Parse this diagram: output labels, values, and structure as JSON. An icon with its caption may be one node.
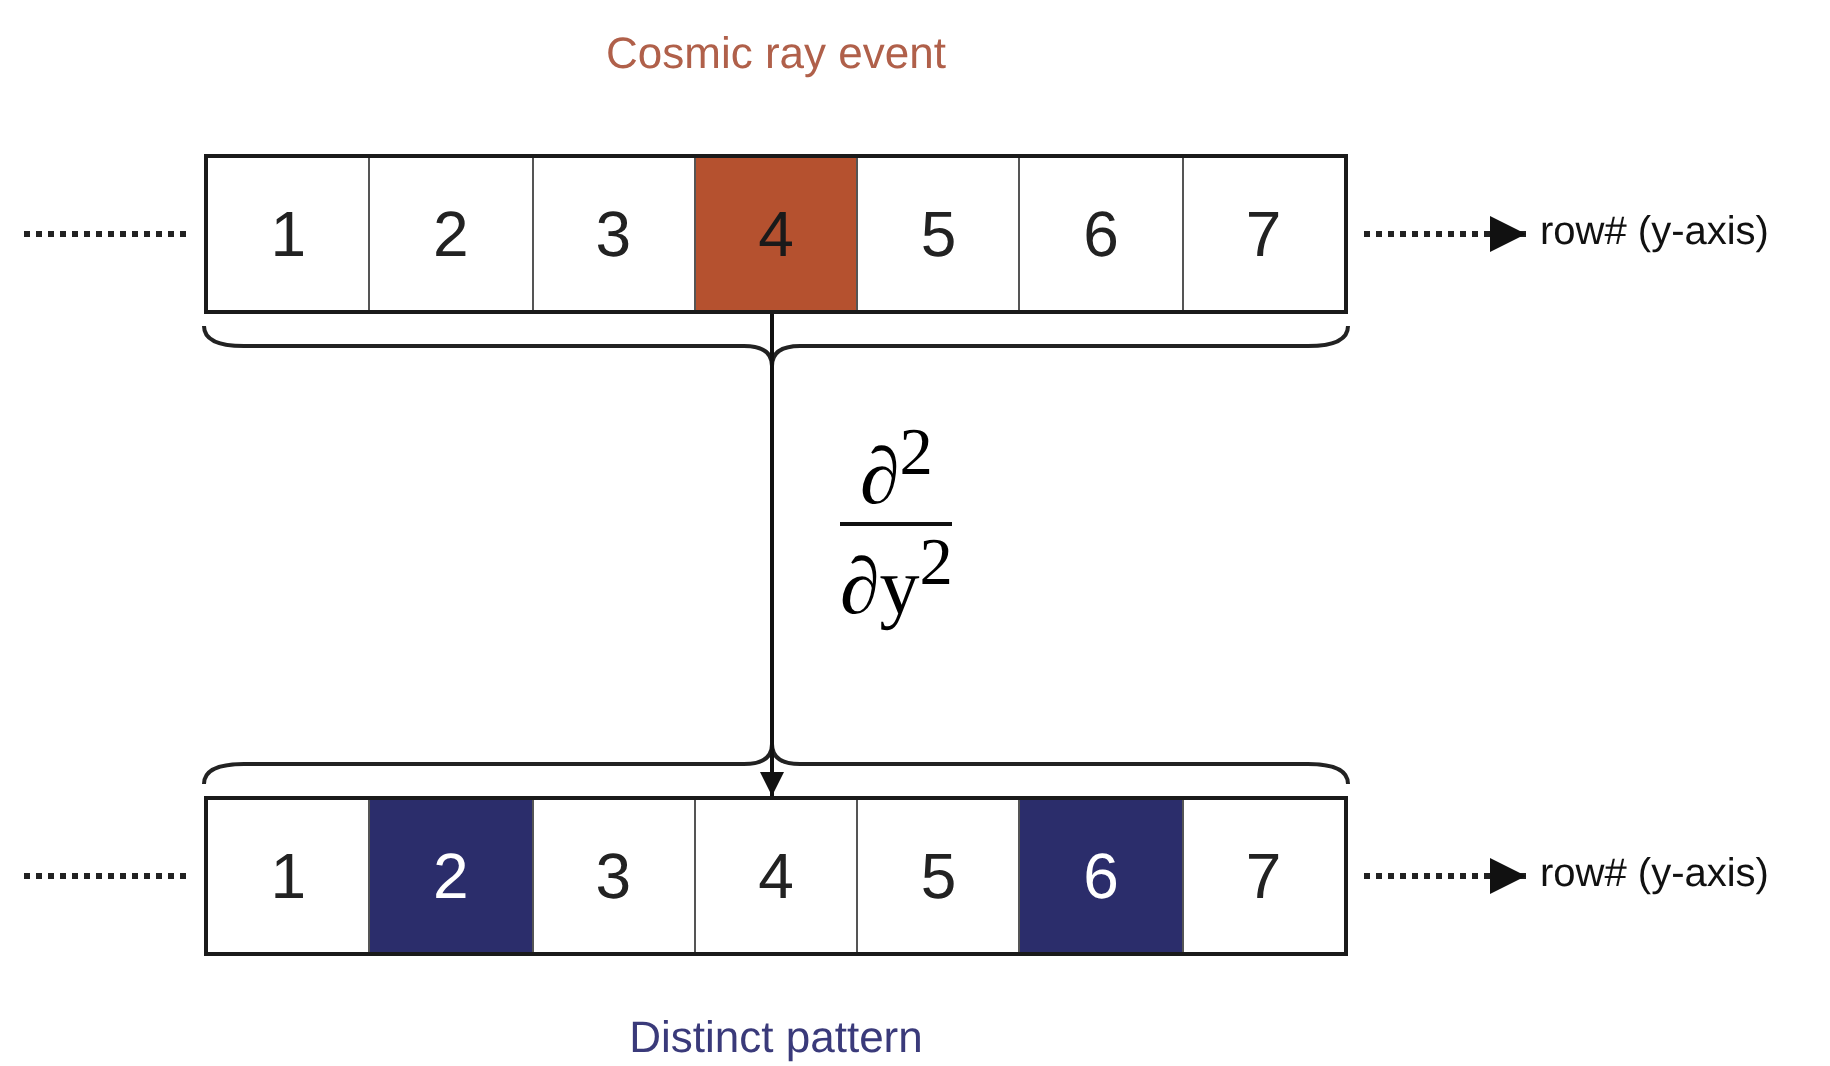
{
  "diagram": {
    "nodes": [
      {
        "text": [],
        "shape": "bar",
        "beside": [
          "Cosmic ray event"
        ]
      },
      {
        "text": [
          "1"
        ],
        "in": 0
      },
      {
        "text": [
          "2"
        ],
        "in": 0
      },
      {
        "text": [
          "3"
        ],
        "in": 0
      },
      {
        "text": [
          "4"
        ],
        "in": 0
      },
      {
        "text": [
          "5"
        ],
        "in": 0
      },
      {
        "text": [
          "6"
        ],
        "in": 0
      },
      {
        "text": [
          "7"
        ],
        "in": 0
      },
      {
        "text": [],
        "shape": "bar",
        "beside": [
          "Distinct pattern"
        ]
      },
      {
        "text": [
          "1"
        ],
        "in": 8
      },
      {
        "text": [
          "2"
        ],
        "in": 8
      },
      {
        "text": [
          "3"
        ],
        "in": 8
      },
      {
        "text": [
          "4"
        ],
        "in": 8
      },
      {
        "text": [
          "5"
        ],
        "in": 8
      },
      {
        "text": [
          "6"
        ],
        "in": 8
      },
      {
        "text": [
          "7"
        ],
        "in": 8
      }
    ],
    "edges": [
      {
        "from": 0,
        "to": 8,
        "arrow": "to",
        "label": "∂$^{2}$ ∂y$^{2}$"
      }
    ],
    "labels": [
      "row# (y-axis)",
      "row# (y-axis)"
    ]
  }
}
